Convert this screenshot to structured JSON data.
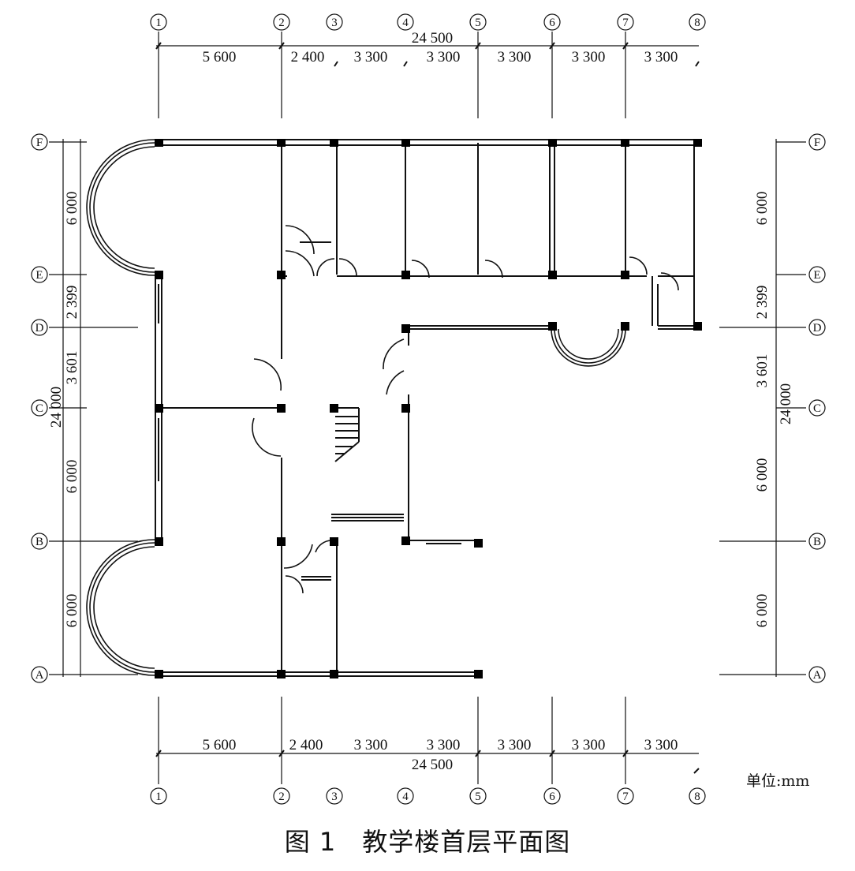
{
  "caption": "图 1　教学楼首层平面图",
  "unit_label": "单位:mm",
  "axes_numbers": [
    "1",
    "2",
    "3",
    "4",
    "5",
    "6",
    "7",
    "8"
  ],
  "axes_letters": [
    "A",
    "B",
    "C",
    "D",
    "E",
    "F"
  ],
  "dims_horizontal": {
    "total": "24 500",
    "top_spans": [
      "5 600",
      "2 400",
      "3 300",
      "3 300",
      "3 300",
      "3 300",
      "3 300"
    ],
    "bottom_spans": [
      "5 600",
      "2 400",
      "3 300",
      "3 300",
      "3 300",
      "3 300",
      "3 300"
    ]
  },
  "dims_vertical": {
    "total": "24 000",
    "spans": [
      "6 000",
      "2 399",
      "3 601",
      "6 000",
      "6 000"
    ]
  }
}
